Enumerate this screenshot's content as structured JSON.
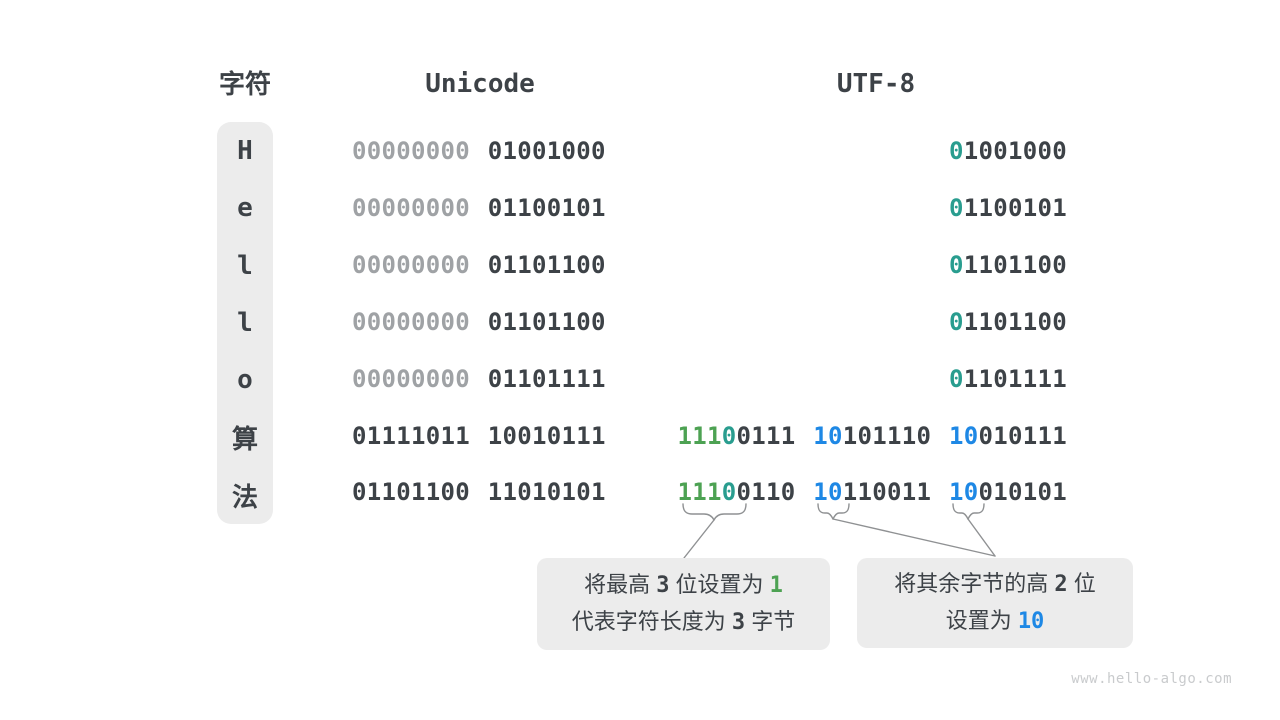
{
  "colors": {
    "dark": "#3d4247",
    "gray": "#9fa2a5",
    "teal": "#299d8f",
    "green": "#4da253",
    "blue": "#1e88e5",
    "line": "#8f9193",
    "panel": "#ececec",
    "watermark": "#c9cbcd"
  },
  "headers": {
    "char": "字符",
    "unicode": "Unicode",
    "utf8": "UTF-8"
  },
  "rows": [
    {
      "char": "H",
      "unicode": [
        {
          "t": "00000000",
          "c": "gray"
        },
        {
          "t": " ",
          "c": "dark"
        },
        {
          "t": "01001000",
          "c": "dark"
        }
      ],
      "utf8": [
        {
          "t": "0",
          "c": "teal"
        },
        {
          "t": "1001000",
          "c": "dark"
        }
      ]
    },
    {
      "char": "e",
      "unicode": [
        {
          "t": "00000000",
          "c": "gray"
        },
        {
          "t": " ",
          "c": "dark"
        },
        {
          "t": "01100101",
          "c": "dark"
        }
      ],
      "utf8": [
        {
          "t": "0",
          "c": "teal"
        },
        {
          "t": "1100101",
          "c": "dark"
        }
      ]
    },
    {
      "char": "l",
      "unicode": [
        {
          "t": "00000000",
          "c": "gray"
        },
        {
          "t": " ",
          "c": "dark"
        },
        {
          "t": "01101100",
          "c": "dark"
        }
      ],
      "utf8": [
        {
          "t": "0",
          "c": "teal"
        },
        {
          "t": "1101100",
          "c": "dark"
        }
      ]
    },
    {
      "char": "l",
      "unicode": [
        {
          "t": "00000000",
          "c": "gray"
        },
        {
          "t": " ",
          "c": "dark"
        },
        {
          "t": "01101100",
          "c": "dark"
        }
      ],
      "utf8": [
        {
          "t": "0",
          "c": "teal"
        },
        {
          "t": "1101100",
          "c": "dark"
        }
      ]
    },
    {
      "char": "o",
      "unicode": [
        {
          "t": "00000000",
          "c": "gray"
        },
        {
          "t": " ",
          "c": "dark"
        },
        {
          "t": "01101111",
          "c": "dark"
        }
      ],
      "utf8": [
        {
          "t": "0",
          "c": "teal"
        },
        {
          "t": "1101111",
          "c": "dark"
        }
      ]
    },
    {
      "char": "算",
      "unicode": [
        {
          "t": "01111011",
          "c": "dark"
        },
        {
          "t": " ",
          "c": "dark"
        },
        {
          "t": "10010111",
          "c": "dark"
        }
      ],
      "utf8": [
        {
          "t": "111",
          "c": "green"
        },
        {
          "t": "0",
          "c": "teal"
        },
        {
          "t": "0111",
          "c": "dark"
        },
        {
          "t": " ",
          "c": "dark"
        },
        {
          "t": "10",
          "c": "blue"
        },
        {
          "t": "101110",
          "c": "dark"
        },
        {
          "t": " ",
          "c": "dark"
        },
        {
          "t": "10",
          "c": "blue"
        },
        {
          "t": "010111",
          "c": "dark"
        }
      ]
    },
    {
      "char": "法",
      "unicode": [
        {
          "t": "01101100",
          "c": "dark"
        },
        {
          "t": " ",
          "c": "dark"
        },
        {
          "t": "11010101",
          "c": "dark"
        }
      ],
      "utf8": [
        {
          "t": "111",
          "c": "green"
        },
        {
          "t": "0",
          "c": "teal"
        },
        {
          "t": "0110",
          "c": "dark"
        },
        {
          "t": " ",
          "c": "dark"
        },
        {
          "t": "10",
          "c": "blue"
        },
        {
          "t": "110011",
          "c": "dark"
        },
        {
          "t": " ",
          "c": "dark"
        },
        {
          "t": "10",
          "c": "blue"
        },
        {
          "t": "010101",
          "c": "dark"
        }
      ]
    }
  ],
  "annotations": [
    {
      "name": "first-byte-note",
      "lines": [
        [
          {
            "t": "将最高 "
          },
          {
            "t": "3",
            "c": "num"
          },
          {
            "t": " 位设置为 "
          },
          {
            "t": "1",
            "c": "green"
          }
        ],
        [
          {
            "t": "代表字符长度为 "
          },
          {
            "t": "3",
            "c": "num"
          },
          {
            "t": " 字节"
          }
        ]
      ]
    },
    {
      "name": "continuation-byte-note",
      "lines": [
        [
          {
            "t": "将其余字节的高 "
          },
          {
            "t": "2",
            "c": "num"
          },
          {
            "t": " 位"
          }
        ],
        [
          {
            "t": "设置为 "
          },
          {
            "t": "10",
            "c": "blue"
          }
        ]
      ]
    }
  ],
  "watermark": "www.hello-algo.com"
}
